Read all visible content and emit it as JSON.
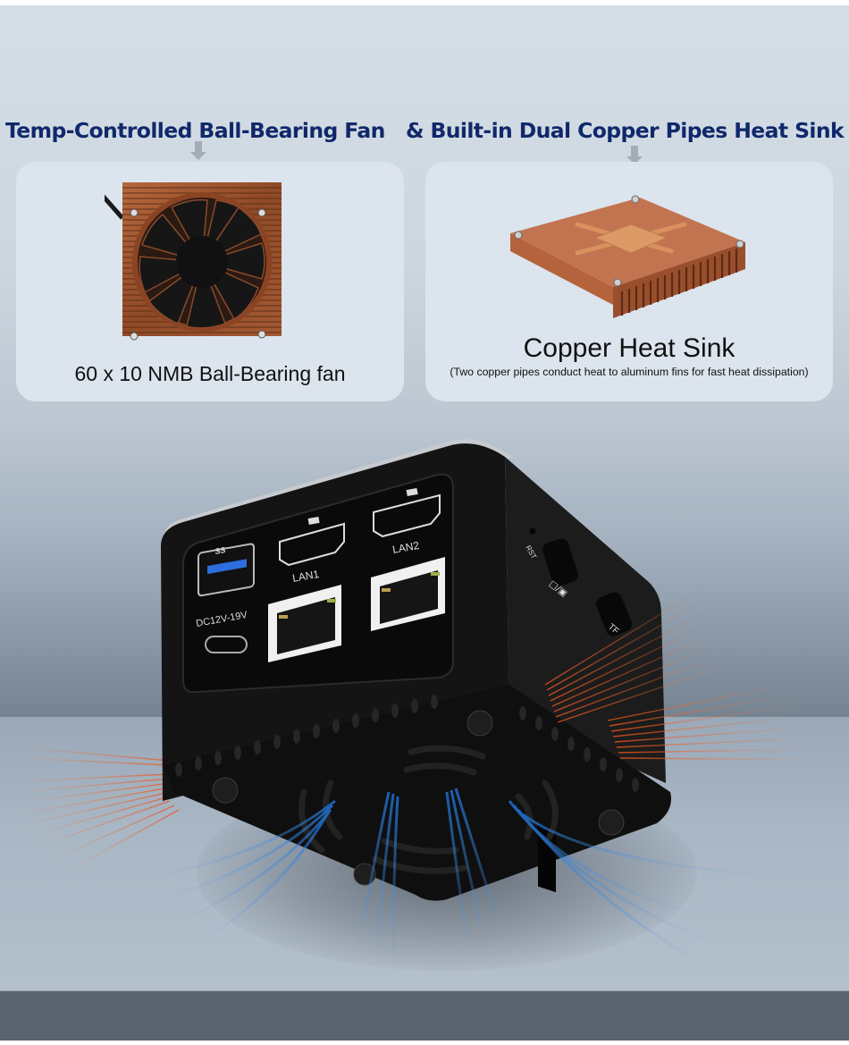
{
  "headline": {
    "part1": "Temp-Controlled Ball-Bearing Fan",
    "part2": "& Built-in Dual Copper Pipes Heat Sink",
    "color": "#10286b"
  },
  "cards": {
    "fan": {
      "caption": "60 x 10 NMB Ball-Bearing fan",
      "image": "copper-finned-fan-image"
    },
    "heatsink": {
      "title": "Copper Heat Sink",
      "subtitle": "(Two copper pipes conduct heat to aluminum fins for fast heat dissipation)",
      "image": "copper-heat-sink-image"
    }
  },
  "device": {
    "front_ports": {
      "usb_label": "SS",
      "power_label": "DC12V-19V",
      "lan1_label": "LAN1",
      "lan2_label": "LAN2",
      "hdmi_icon": "hdmi-icon"
    },
    "side_ports": {
      "reset_label": "RST",
      "typec_label": "□/▣",
      "tf_label": "TF"
    }
  },
  "colors": {
    "hot_air": "#e8541f",
    "cool_air": "#1e74d8",
    "card_bg": "#dce4ed",
    "footer": "#5a6470"
  }
}
